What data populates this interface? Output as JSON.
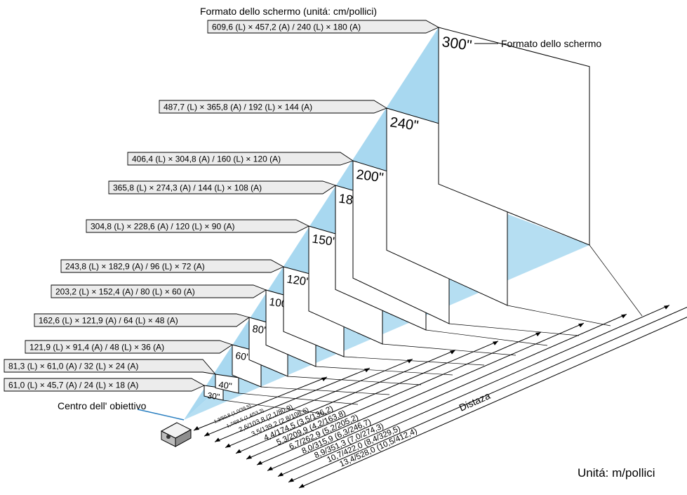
{
  "header": {
    "title": "Formato dello schermo (unitá: cm/pollici)"
  },
  "callouts": {
    "screen_size_label": "Formato dello schermo",
    "lens_center_label": "Centro dell' obiettivo",
    "distance_label": "Distaza",
    "unit_label": "Unitá: m/pollici"
  },
  "screens": [
    {
      "size": "30\"",
      "dims": "61,0 (L) × 45,7 (A) / 24 (L) × 18 (A)",
      "distance": "1,3/50,8 (1,0/39,5)"
    },
    {
      "size": "40\"",
      "dims": "81,3 (L) × 61,0 (A) / 32 (L) × 24 (A)",
      "distance": "1,7/68,5 (1,4/53,3)"
    },
    {
      "size": "60\"",
      "dims": "121,9 (L) × 91,4 (A) / 48 (L) × 36 (A)",
      "distance": "2,6/103,8 (2,1/80,9)"
    },
    {
      "size": "80\"",
      "dims": "162,6 (L) × 121,9 (A) / 64 (L) × 48 (A)",
      "distance": "3,5/139,2 (2,8/108,6)"
    },
    {
      "size": "100\"",
      "dims": "203,2 (L) × 152,4 (A) / 80 (L) × 60 (A)",
      "distance": "4,4/174,5 (3,5/136,2)"
    },
    {
      "size": "120\"",
      "dims": "243,8 (L) × 182,9 (A) / 96 (L) × 72 (A)",
      "distance": "5,3/209,9 (4,2/163,8)"
    },
    {
      "size": "150\"",
      "dims": "304,8 (L) × 228,6 (A) / 120 (L) × 90 (A)",
      "distance": "6,7/262,9 (5,2/205,2)"
    },
    {
      "size": "180\"",
      "dims": "365,8 (L) × 274,3 (A) / 144 (L) × 108 (A)",
      "distance": "8,0/315,9 (6,3/246,7)"
    },
    {
      "size": "200\"",
      "dims": "406,4 (L) × 304,8 (A) / 160 (L) × 120 (A)",
      "distance": "8,9/351,3 (7,0/274,3)"
    },
    {
      "size": "240\"",
      "dims": "487,7 (L) × 365,8 (A) / 192 (L) × 144 (A)",
      "distance": "10,7/422,0 (8,4/329,5)"
    },
    {
      "size": "300\"",
      "dims": "609,6 (L) × 457,2 (A) / 240 (L) × 180 (A)",
      "distance": "13,4/528,0 (10,5/412,4)"
    }
  ],
  "colors": {
    "beam": "#a8d8f0",
    "label_fill": "#ececec",
    "line": "#000000"
  }
}
